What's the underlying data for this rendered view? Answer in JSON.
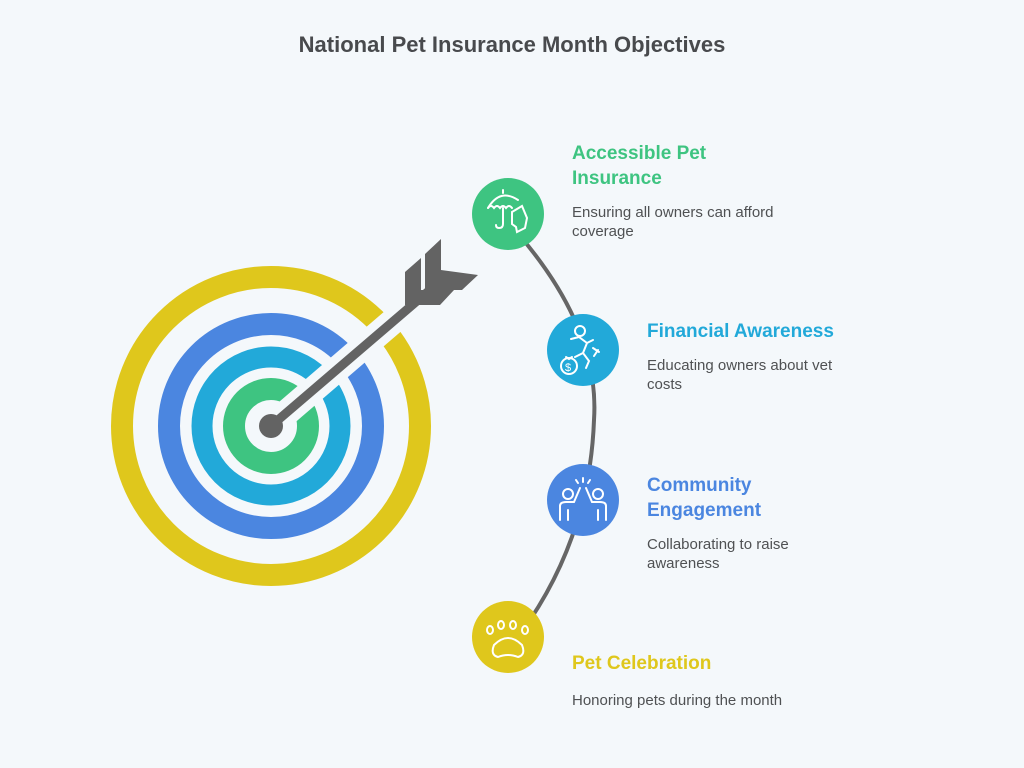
{
  "title": "National Pet Insurance Month Objectives",
  "colors": {
    "background": "#f4f8fb",
    "green": "#3ec481",
    "cyan": "#22a9d9",
    "blue": "#4b86e0",
    "yellow": "#dfc71c",
    "arrow": "#636363",
    "connector": "#666666"
  },
  "objectives": [
    {
      "title_line1": "Accessible Pet",
      "title_line2": "Insurance",
      "desc_line1": "Ensuring all owners can afford",
      "desc_line2": "coverage",
      "icon": "umbrella-pet-icon",
      "color": "#3ec481"
    },
    {
      "title_line1": "Financial Awareness",
      "title_line2": "",
      "desc_line1": "Educating owners about vet",
      "desc_line2": "costs",
      "icon": "money-bag-runner-icon",
      "color": "#22a9d9"
    },
    {
      "title_line1": "Community",
      "title_line2": "Engagement",
      "desc_line1": "Collaborating to raise",
      "desc_line2": "awareness",
      "icon": "high-five-icon",
      "color": "#4b86e0"
    },
    {
      "title_line1": "Pet Celebration",
      "title_line2": "",
      "desc_line1": "Honoring pets during the month",
      "desc_line2": "",
      "icon": "paw-icon",
      "color": "#dfc71c"
    }
  ]
}
